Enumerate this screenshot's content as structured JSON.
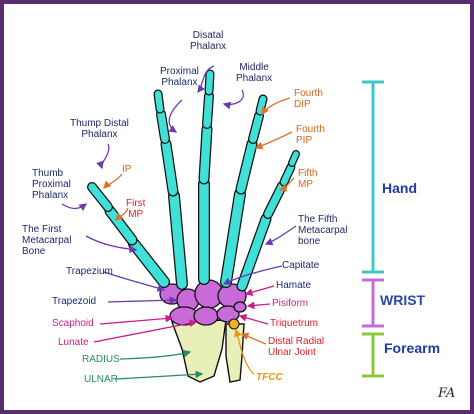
{
  "labels": {
    "distal_phalanx": [
      "Disatal",
      "Phalanx"
    ],
    "proximal_phalanx": [
      "Proximal",
      "Phalanx"
    ],
    "middle_phalanx": [
      "Middle",
      "Phalanx"
    ],
    "thump_distal_phalanx": [
      "Thump Distal",
      "Phalanx"
    ],
    "thump_proximal_phalanx": [
      "Thumb",
      "Proximal",
      "Phalanx"
    ],
    "ip": "IP",
    "first_mp": [
      "First",
      "MP"
    ],
    "first_metacarpal": [
      "The First",
      "Metacarpal",
      "Bone"
    ],
    "trapezium": "Trapezium",
    "trapezoid": "Trapezoid",
    "scaphoid": "Scaphoid",
    "lunate": "Lunate",
    "radius": "RADIUS",
    "ulnar": "ULNAR",
    "fourth_dip": [
      "Fourth",
      "DIP"
    ],
    "fourth_pip": [
      "Fourth",
      "PIP"
    ],
    "fifth_mp": [
      "Fifth",
      "MP"
    ],
    "fifth_metacarpal": [
      "The Fifth",
      "Metacarpal",
      "bone"
    ],
    "capitate": "Capitate",
    "hamate": "Hamate",
    "pisiform": "Pisiform",
    "triquetrum": "Triquetrum",
    "distal_radial_ulnar_joint": [
      "Distal Radial",
      "Ulnar Joint"
    ],
    "tfcc": "TFCC"
  },
  "regions": {
    "hand": "Hand",
    "wrist": "WRIST",
    "forearm": "Forearm"
  },
  "signature": "FA",
  "colors": {
    "border": "#5a2d6e",
    "bone": "#3fe0d8",
    "carpal": "#c86ad8",
    "hand_bracket": "#3cc8c8",
    "wrist_bracket": "#c86ad8",
    "forearm_bracket": "#8cc83c",
    "hand_text": "#1e3aa8",
    "wrist_text": "#2a4aa8",
    "forearm_text": "#1e3aa8"
  }
}
